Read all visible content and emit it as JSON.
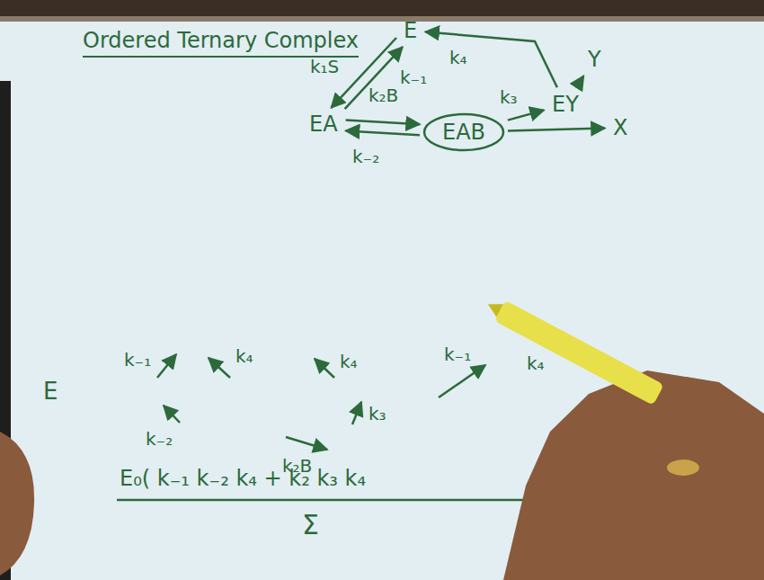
{
  "diagram": {
    "title": "Ordered Ternary Complex",
    "nodes": [
      {
        "text": [
          "E"
        ]
      },
      {
        "text": [
          "EA"
        ]
      },
      {
        "text": [
          "EAB"
        ]
      },
      {
        "text": [
          "EY"
        ]
      },
      {
        "text": [
          "X"
        ]
      },
      {
        "text": [
          "Y"
        ]
      }
    ],
    "edges": [
      {
        "from": 0,
        "to": 1,
        "label": "k₁S",
        "arrow": "to"
      },
      {
        "from": 1,
        "to": 0,
        "label": "k₋₁",
        "arrow": "to"
      },
      {
        "from": 1,
        "to": 2,
        "label": "k₂B",
        "arrow": "to"
      },
      {
        "from": 2,
        "to": 1,
        "label": "k₋₂",
        "arrow": "to"
      },
      {
        "from": 2,
        "to": 3,
        "label": "k₃",
        "arrow": "to"
      },
      {
        "from": 2,
        "to": 4,
        "arrow": "to"
      },
      {
        "from": 3,
        "to": 0,
        "label": "k₄",
        "arrow": "to"
      },
      {
        "from": 3,
        "to": 5,
        "arrow": "to"
      }
    ],
    "labels": [
      "E",
      "k₋₁",
      "k₄",
      "k₋₂",
      "k₄",
      "k₃",
      "k₂B",
      "k₋₁",
      "k₄",
      "E₀( k₋₁ k₋₂ k₄ + k₂ k₃ k₄",
      "Σ"
    ]
  }
}
